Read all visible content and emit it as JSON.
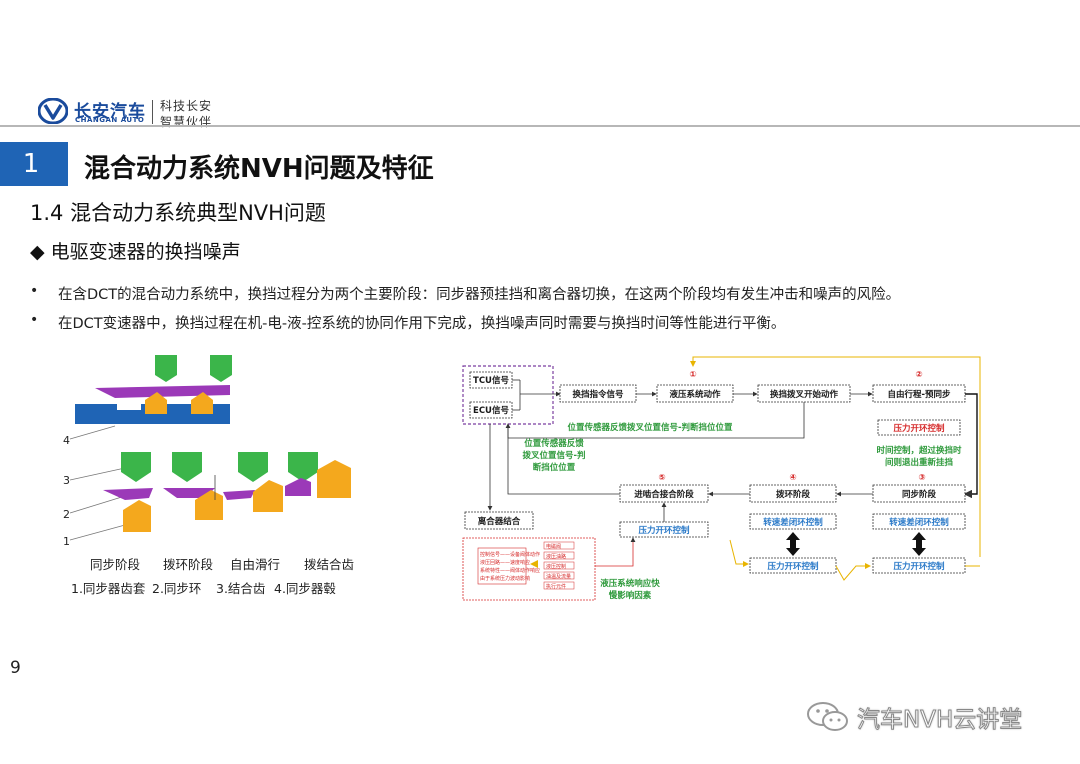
{
  "header": {
    "brand_cn": "长安汽车",
    "brand_en": "CHANGAN AUTO",
    "slogan_line1": "科技长安",
    "slogan_line2": "智慧伙伴"
  },
  "section": {
    "number": "1",
    "title": "混合动力系统NVH问题及特征",
    "subtitle": "1.4 混合动力系统典型NVH问题",
    "bullet_heading": "◆ 电驱变速器的换挡噪声"
  },
  "bullets": [
    {
      "dot": "•",
      "text": "在含DCT的混合动力系统中，换挡过程分为两个主要阶段：同步器预挂挡和离合器切换，在这两个阶段均有发生冲击和噪声的风险。"
    },
    {
      "dot": "•",
      "text": "在DCT变速器中，换挡过程在机-电-液-控系统的协同作用下完成，换挡噪声同时需要与换挡时间等性能进行平衡。"
    }
  ],
  "left_diagram": {
    "part_numbers": [
      "4",
      "3",
      "2",
      "1"
    ],
    "stages": [
      "同步阶段",
      "拨环阶段",
      "自由滑行",
      "拨结合齿"
    ],
    "legend": [
      "1.同步器齿套",
      "2.同步环",
      "3.结合齿",
      "4.同步器毂"
    ]
  },
  "flowchart": {
    "tcu": "TCU信号",
    "ecu": "ECU信号",
    "shift_cmd": "换挡指令信号",
    "hydraulic": "液压系统动作",
    "fork_start": "换挡拨叉开始动作",
    "free_travel": "自由行程-预同步",
    "feedback_line": "位置传感器反馈拨叉位置信号-判断挡位位置",
    "pressure_ctrl": "压力开环控制",
    "time_ctrl_1": "时间控制，超过换挡时",
    "time_ctrl_2": "间则退出重新挂挡",
    "feedback_1": "位置传感器反馈",
    "feedback_2": "拨叉位置信号-判",
    "feedback_3": "断挡位位置",
    "mesh": "进啮合接合阶段",
    "ring": "拨环阶段",
    "sync": "同步阶段",
    "clutch": "离合器结合",
    "closed_loop": "转速差闭环控制",
    "hydraulic_note_1": "液压系统响应快",
    "hydraulic_note_2": "慢影响因素",
    "circles": [
      "①",
      "②",
      "③",
      "④",
      "⑤"
    ],
    "mini_left": [
      "控制信号——设备阀体动作",
      "液压回路——速度响应",
      "系统特性——阀体动作响应",
      "由于系统压力波动影响"
    ],
    "mini_right": [
      "电磁阀",
      "液压油路",
      "液压控制",
      "油温及流量",
      "执行元件"
    ]
  },
  "footer": {
    "page_number": "9",
    "watermark": "汽车NVH云讲堂"
  },
  "colors": {
    "accent_blue": "#1f64b5",
    "brand_blue": "#1a4b9c",
    "gear_green": "#3bb54a",
    "gear_purple": "#9b39b8",
    "gear_orange": "#f4a81d",
    "flow_red": "#d62b2b",
    "flow_green": "#2f9a3c",
    "flow_blue": "#2a79c8"
  }
}
